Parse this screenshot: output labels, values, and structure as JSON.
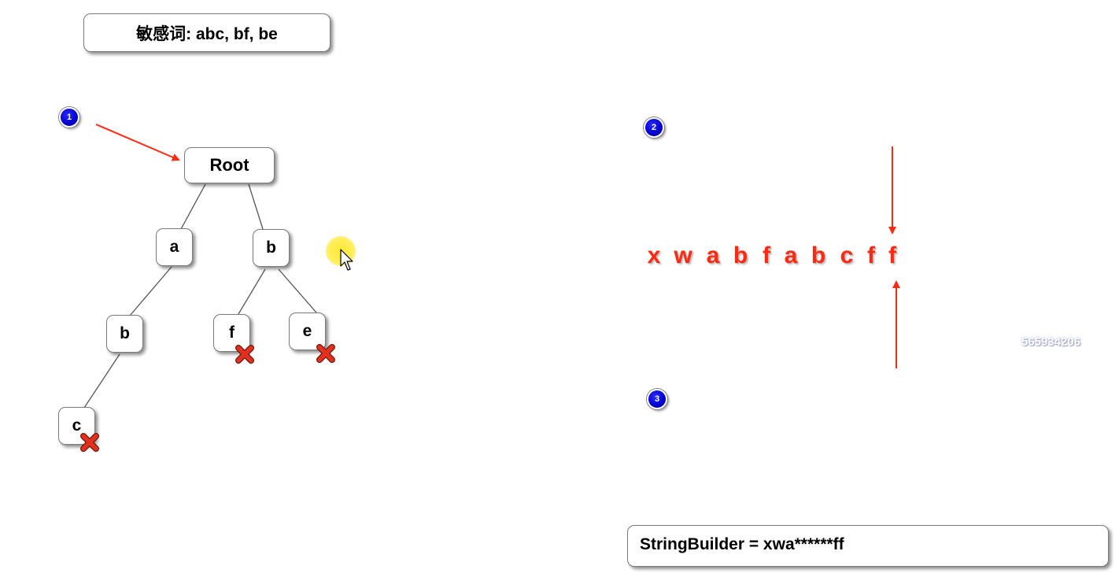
{
  "header": {
    "title": "敏感词: abc, bf, be"
  },
  "badges": {
    "one": "1",
    "two": "2",
    "three": "3"
  },
  "tree": {
    "root": "Root",
    "level1_a": "a",
    "level1_b": "b",
    "level2_b": "b",
    "level2_f": "f",
    "level2_e": "e",
    "level3_c": "c",
    "end_markers": [
      "c",
      "f",
      "e"
    ]
  },
  "sequence": {
    "letters": [
      "x",
      "w",
      "a",
      "b",
      "f",
      "a",
      "b",
      "c",
      "f",
      "f"
    ]
  },
  "watermark": "565934206",
  "string_builder": {
    "text": "StringBuilder = xwa******ff"
  },
  "colors": {
    "arrow": "#ff2a10",
    "letters": "#ff2a10",
    "badge": "#0000cc",
    "end_marker": "#d42a1e",
    "cursor_halo": "#ffe628"
  },
  "icons": {
    "end_marker": "x-mark-icon",
    "cursor": "mouse-pointer-icon"
  }
}
